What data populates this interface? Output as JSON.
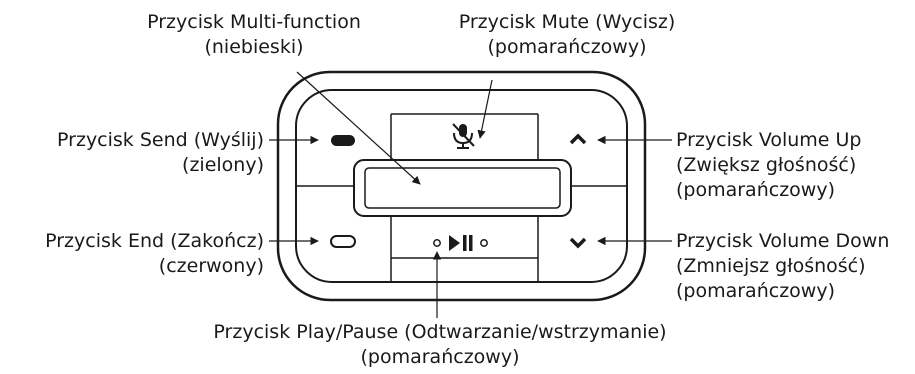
{
  "labels": {
    "multifunction": {
      "line1": "Przycisk Multi-function",
      "line2": "(niebieski)"
    },
    "mute": {
      "line1": "Przycisk Mute (Wycisz)",
      "line2": "(pomarańczowy)"
    },
    "send": {
      "line1": "Przycisk Send (Wyślij)",
      "line2": "(zielony)"
    },
    "end": {
      "line1": "Przycisk End (Zakończ)",
      "line2": "(czerwony)"
    },
    "volume_up": {
      "line1": "Przycisk Volume Up",
      "line2": "(Zwiększ głośność)",
      "line3": "(pomarańczowy)"
    },
    "volume_down": {
      "line1": "Przycisk Volume Down",
      "line2": "(Zmniejsz głośność)",
      "line3": "(pomarańczowy)"
    },
    "play_pause": {
      "line1": "Przycisk Play/Pause (Odtwarzanie/wstrzymanie)",
      "line2": "(pomarańczowy)"
    }
  },
  "icons": {
    "send": "send-icon",
    "end": "end-icon",
    "mute": "mic-mute-icon",
    "volume_up": "chevron-up-icon",
    "volume_down": "chevron-down-icon",
    "play_pause": "play-pause-icon"
  }
}
